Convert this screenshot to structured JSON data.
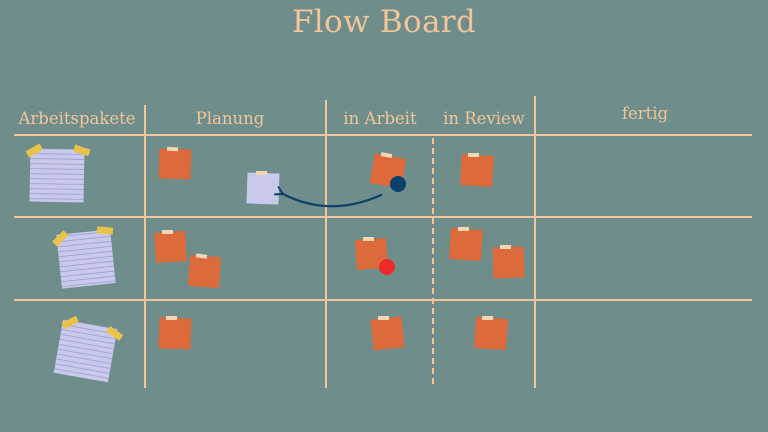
{
  "title": "Flow Board",
  "columns": {
    "arbeitspakete": "Arbeitspakete",
    "planung": "Planung",
    "in_arbeit": "in Arbeit",
    "in_review": "in Review",
    "fertig": "fertig"
  },
  "colors": {
    "background": "#6f8d8a",
    "lines": "#f1c59a",
    "sticky_orange": "#dc6a3a",
    "work_package": "#c9c9ec",
    "tape": "#e8c34a",
    "tape_small": "#f3d6b4",
    "marker_blue": "#0d3f6a",
    "marker_red": "#f02a2a",
    "arrow": "#0d3f6a"
  }
}
